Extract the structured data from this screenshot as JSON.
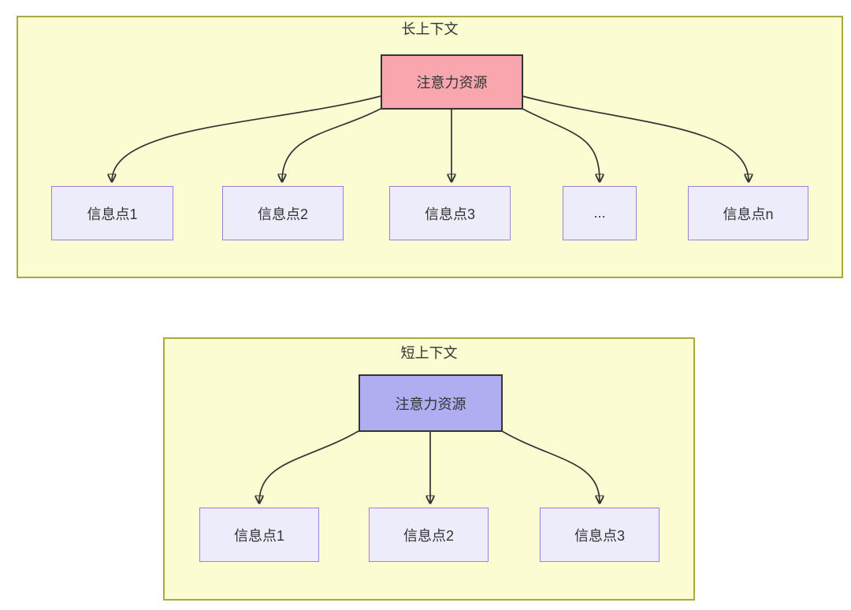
{
  "diagram": {
    "panels": [
      {
        "id": "long-context",
        "title": "长上下文",
        "root": {
          "label": "注意力资源",
          "fill": "#F9A7AE"
        },
        "children": [
          {
            "label": "信息点1"
          },
          {
            "label": "信息点2"
          },
          {
            "label": "信息点3"
          },
          {
            "label": "..."
          },
          {
            "label": "信息点n"
          }
        ]
      },
      {
        "id": "short-context",
        "title": "短上下文",
        "root": {
          "label": "注意力资源",
          "fill": "#AFAEF0"
        },
        "children": [
          {
            "label": "信息点1"
          },
          {
            "label": "信息点2"
          },
          {
            "label": "信息点3"
          }
        ]
      }
    ],
    "colors": {
      "page_background": "#FFFFFF",
      "panel_fill": "#FCFCD2",
      "panel_border": "#A9A93C",
      "long_root_fill": "#F9A7AE",
      "short_root_fill": "#AFAEF0",
      "root_border": "#333333",
      "info_fill": "#ECECFA",
      "info_border": "#9E7FDE",
      "edge": "#333333",
      "text": "#333333"
    }
  }
}
